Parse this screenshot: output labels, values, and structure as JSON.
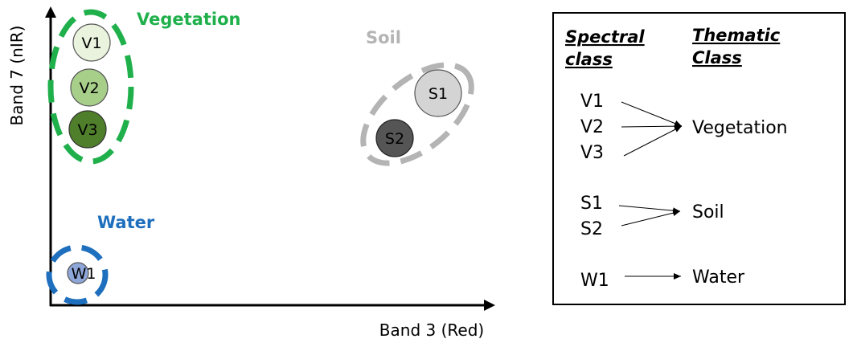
{
  "scatter": {
    "x_axis_label": "Band 3 (Red)",
    "y_axis_label": "Band 7 (nIR)",
    "groups": [
      {
        "label": "Vegetation",
        "color": "#1fb04b"
      },
      {
        "label": "Soil",
        "color": "#b4b4b4"
      },
      {
        "label": "Water",
        "color": "#1e6fbe"
      }
    ],
    "points": [
      {
        "label": "V1",
        "fill": "#e9f3dd"
      },
      {
        "label": "V2",
        "fill": "#a8cf8a"
      },
      {
        "label": "V3",
        "fill": "#4f7f2b"
      },
      {
        "label": "S1",
        "fill": "#d4d4d4"
      },
      {
        "label": "S2",
        "fill": "#555555"
      },
      {
        "label": "W1",
        "fill": "#8fa6d8"
      }
    ]
  },
  "legend": {
    "spectral_header": [
      "Spectral",
      "class"
    ],
    "thematic_header": [
      "Thematic",
      "Class"
    ],
    "spectral_items": [
      "V1",
      "V2",
      "V3",
      "S1",
      "S2",
      "W1"
    ],
    "thematic_items": [
      "Vegetation",
      "Soil",
      "Water"
    ]
  }
}
